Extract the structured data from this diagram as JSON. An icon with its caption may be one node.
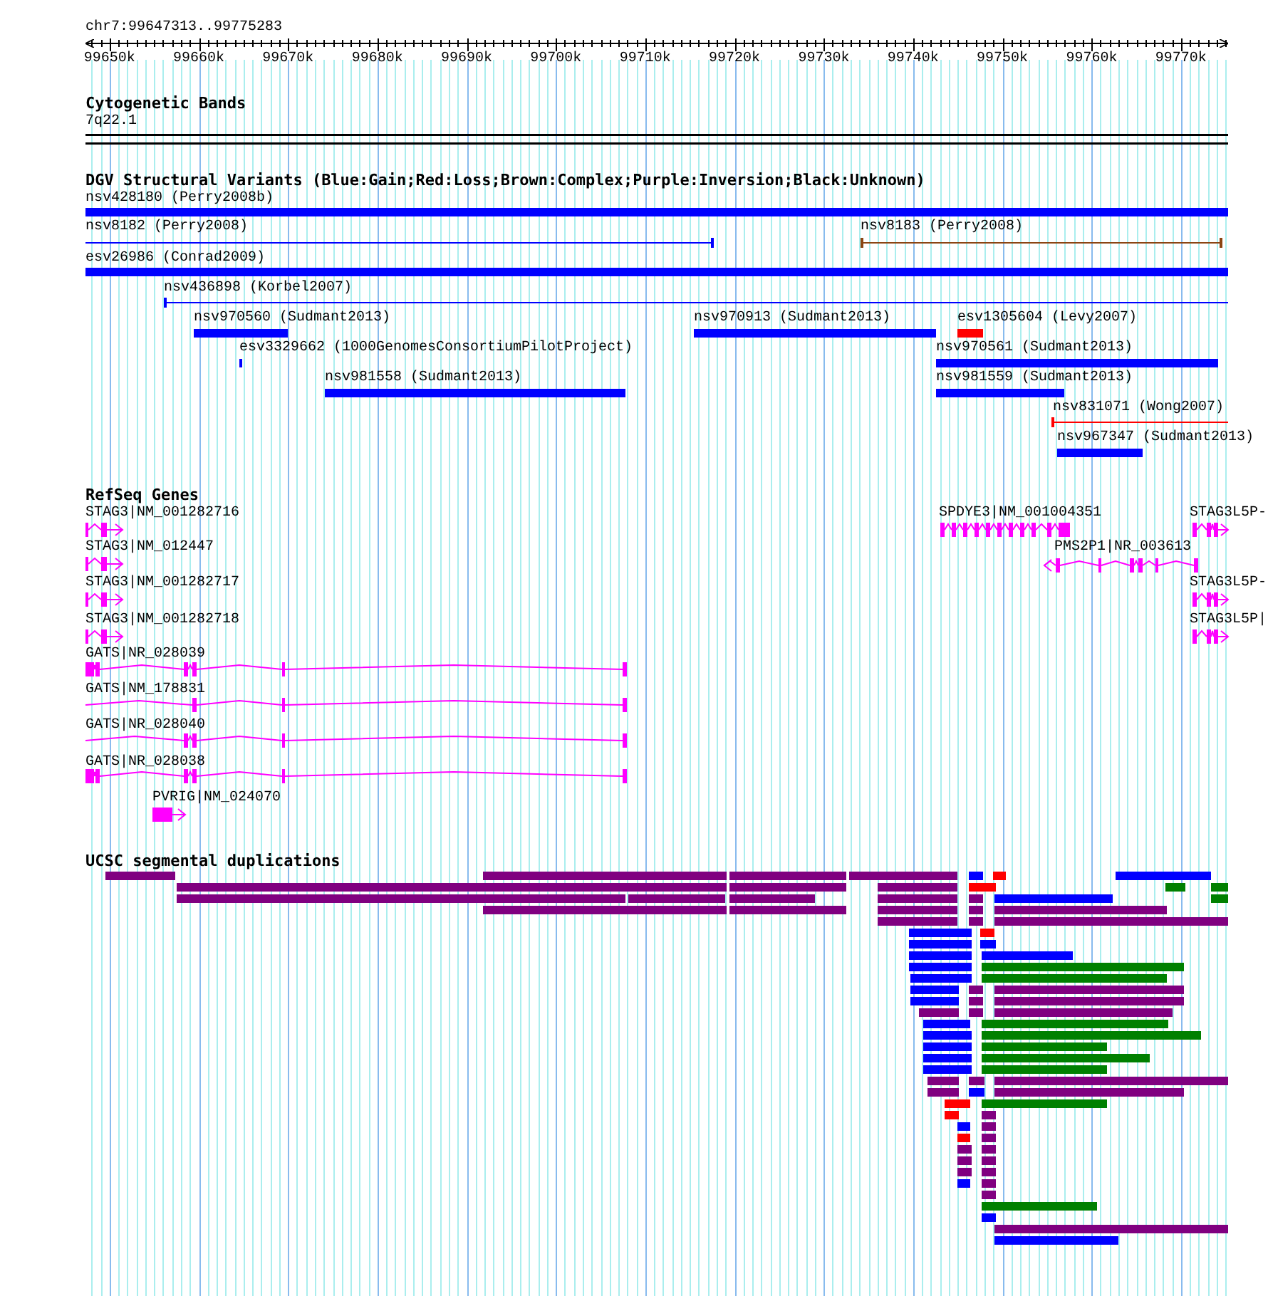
{
  "diagram": {
    "labels": [
      "chr7:99647313..99775283",
      "99650k",
      "99660k",
      "99670k",
      "99680k",
      "99690k",
      "99700k",
      "99710k",
      "99720k",
      "99730k",
      "99740k",
      "99750k",
      "99760k",
      "99770k",
      "Cytogenetic Bands",
      "7q22.1",
      "DGV Structural Variants (Blue:Gain;Red:Loss;Brown:Complex;Purple:Inversion;Black:Unknown)",
      "nsv428180 (Perry2008b)",
      "nsv8182 (Perry2008)",
      "nsv8183 (Perry2008)",
      "esv26986 (Conrad2009)",
      "nsv436898 (Korbel2007)",
      "nsv970560 (Sudmant2013)",
      "nsv970913 (Sudmant2013)",
      "esv1305604 (Levy2007)",
      "esv3329662 (1000GenomesConsortiumPilotProject)",
      "nsv970561 (Sudmant2013)",
      "nsv981558 (Sudmant2013)",
      "nsv981559 (Sudmant2013)",
      "nsv831071 (Wong2007)",
      "nsv967347 (Sudmant2013)",
      "RefSeq Genes",
      "STAG3|NM_001282716",
      "SPDYE3|NM_001004351",
      "STAG3L5P-",
      "STAG3|NM_012447",
      "PMS2P1|NR_003613",
      "STAG3|NM_001282717",
      "STAG3L5P-",
      "STAG3|NM_001282718",
      "STAG3L5P|",
      "GATS|NR_028039",
      "GATS|NM_178831",
      "GATS|NR_028040",
      "GATS|NR_028038",
      "PVRIG|NM_024070",
      "UCSC segmental duplications"
    ]
  }
}
